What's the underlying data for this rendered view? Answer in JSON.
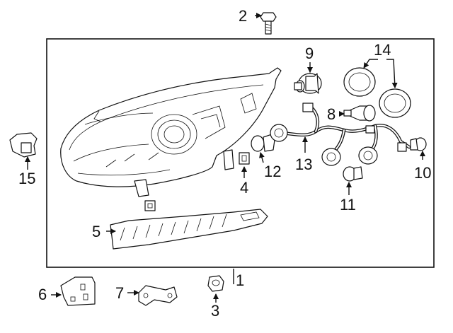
{
  "diagram": {
    "callouts": [
      {
        "id": "callout-1",
        "text": "1"
      },
      {
        "id": "callout-2",
        "text": "2"
      },
      {
        "id": "callout-3",
        "text": "3"
      },
      {
        "id": "callout-4",
        "text": "4"
      },
      {
        "id": "callout-5",
        "text": "5"
      },
      {
        "id": "callout-6",
        "text": "6"
      },
      {
        "id": "callout-7",
        "text": "7"
      },
      {
        "id": "callout-8",
        "text": "8"
      },
      {
        "id": "callout-9",
        "text": "9"
      },
      {
        "id": "callout-10",
        "text": "10"
      },
      {
        "id": "callout-11",
        "text": "11"
      },
      {
        "id": "callout-12",
        "text": "12"
      },
      {
        "id": "callout-13",
        "text": "13"
      },
      {
        "id": "callout-14",
        "text": "14"
      },
      {
        "id": "callout-15",
        "text": "15"
      }
    ],
    "colors": {
      "ink": "#111111",
      "paper": "#ffffff"
    }
  }
}
